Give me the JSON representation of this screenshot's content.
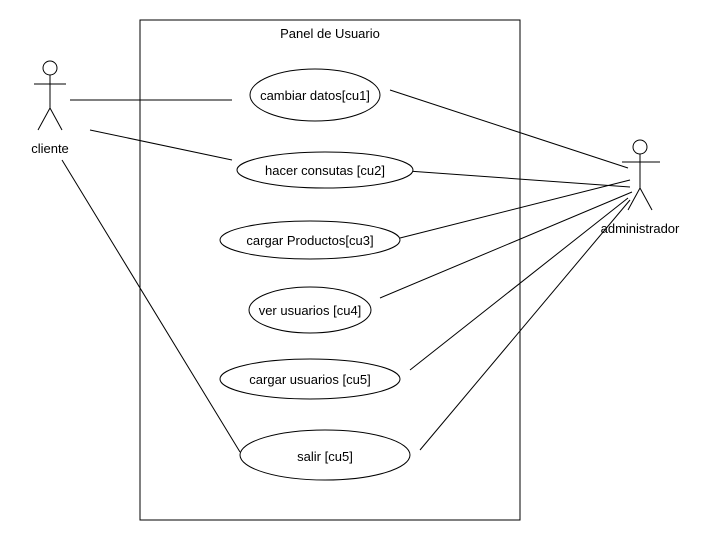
{
  "system": {
    "title": "Panel de Usuario"
  },
  "actors": {
    "cliente": {
      "label": "cliente"
    },
    "administrador": {
      "label": "administrador"
    }
  },
  "use_cases": [
    {
      "id": "cu1",
      "label": "cambiar datos[cu1]"
    },
    {
      "id": "cu2",
      "label": "hacer consutas [cu2]"
    },
    {
      "id": "cu3",
      "label": "cargar Productos[cu3]"
    },
    {
      "id": "cu4",
      "label": "ver usuarios [cu4]"
    },
    {
      "id": "cu5a",
      "label": "cargar usuarios [cu5]"
    },
    {
      "id": "cu5b",
      "label": "salir [cu5]"
    }
  ],
  "associations": [
    {
      "from": "cliente",
      "to": "cu1"
    },
    {
      "from": "cliente",
      "to": "cu2"
    },
    {
      "from": "cliente",
      "to": "cu5b"
    },
    {
      "from": "administrador",
      "to": "cu1"
    },
    {
      "from": "administrador",
      "to": "cu2"
    },
    {
      "from": "administrador",
      "to": "cu3"
    },
    {
      "from": "administrador",
      "to": "cu4"
    },
    {
      "from": "administrador",
      "to": "cu5a"
    },
    {
      "from": "administrador",
      "to": "cu5b"
    }
  ]
}
